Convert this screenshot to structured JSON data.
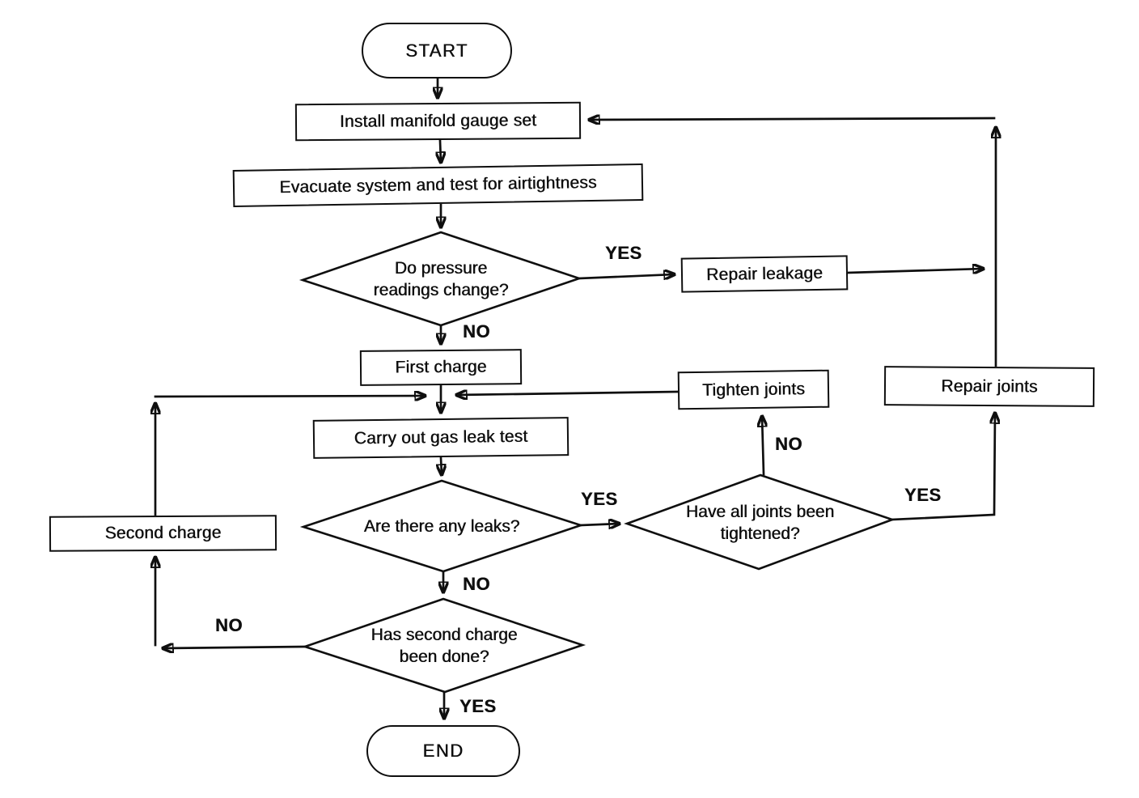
{
  "canvas": {
    "background_color": "#ffffff",
    "ink_color": "#0f0f0f"
  },
  "diagram": {
    "type": "flowchart",
    "nodes": {
      "start": {
        "label": "START",
        "shape": "terminator"
      },
      "install": {
        "label": "Install manifold gauge set",
        "shape": "process"
      },
      "evacuate": {
        "label": "Evacuate system and test for airtightness",
        "shape": "process"
      },
      "pressure_change": {
        "label": "Do pressure readings change?",
        "shape": "decision"
      },
      "repair_leakage": {
        "label": "Repair leakage",
        "shape": "process"
      },
      "first_charge": {
        "label": "First charge",
        "shape": "process"
      },
      "gas_leak_test": {
        "label": "Carry out gas leak test",
        "shape": "process"
      },
      "any_leaks": {
        "label": "Are there any leaks?",
        "shape": "decision"
      },
      "joints_tightened": {
        "label": "Have all joints been tightened?",
        "shape": "decision"
      },
      "tighten_joints": {
        "label": "Tighten joints",
        "shape": "process"
      },
      "repair_joints": {
        "label": "Repair joints",
        "shape": "process"
      },
      "second_charge": {
        "label": "Second charge",
        "shape": "process"
      },
      "second_charge_done": {
        "label": "Has second charge been done?",
        "shape": "decision"
      },
      "end": {
        "label": "END",
        "shape": "terminator"
      }
    },
    "edge_labels": {
      "pressure_yes": "YES",
      "pressure_no": "NO",
      "leaks_yes": "YES",
      "leaks_no": "NO",
      "tightened_no": "NO",
      "tightened_yes": "YES",
      "second_no": "NO",
      "second_yes": "YES"
    }
  }
}
